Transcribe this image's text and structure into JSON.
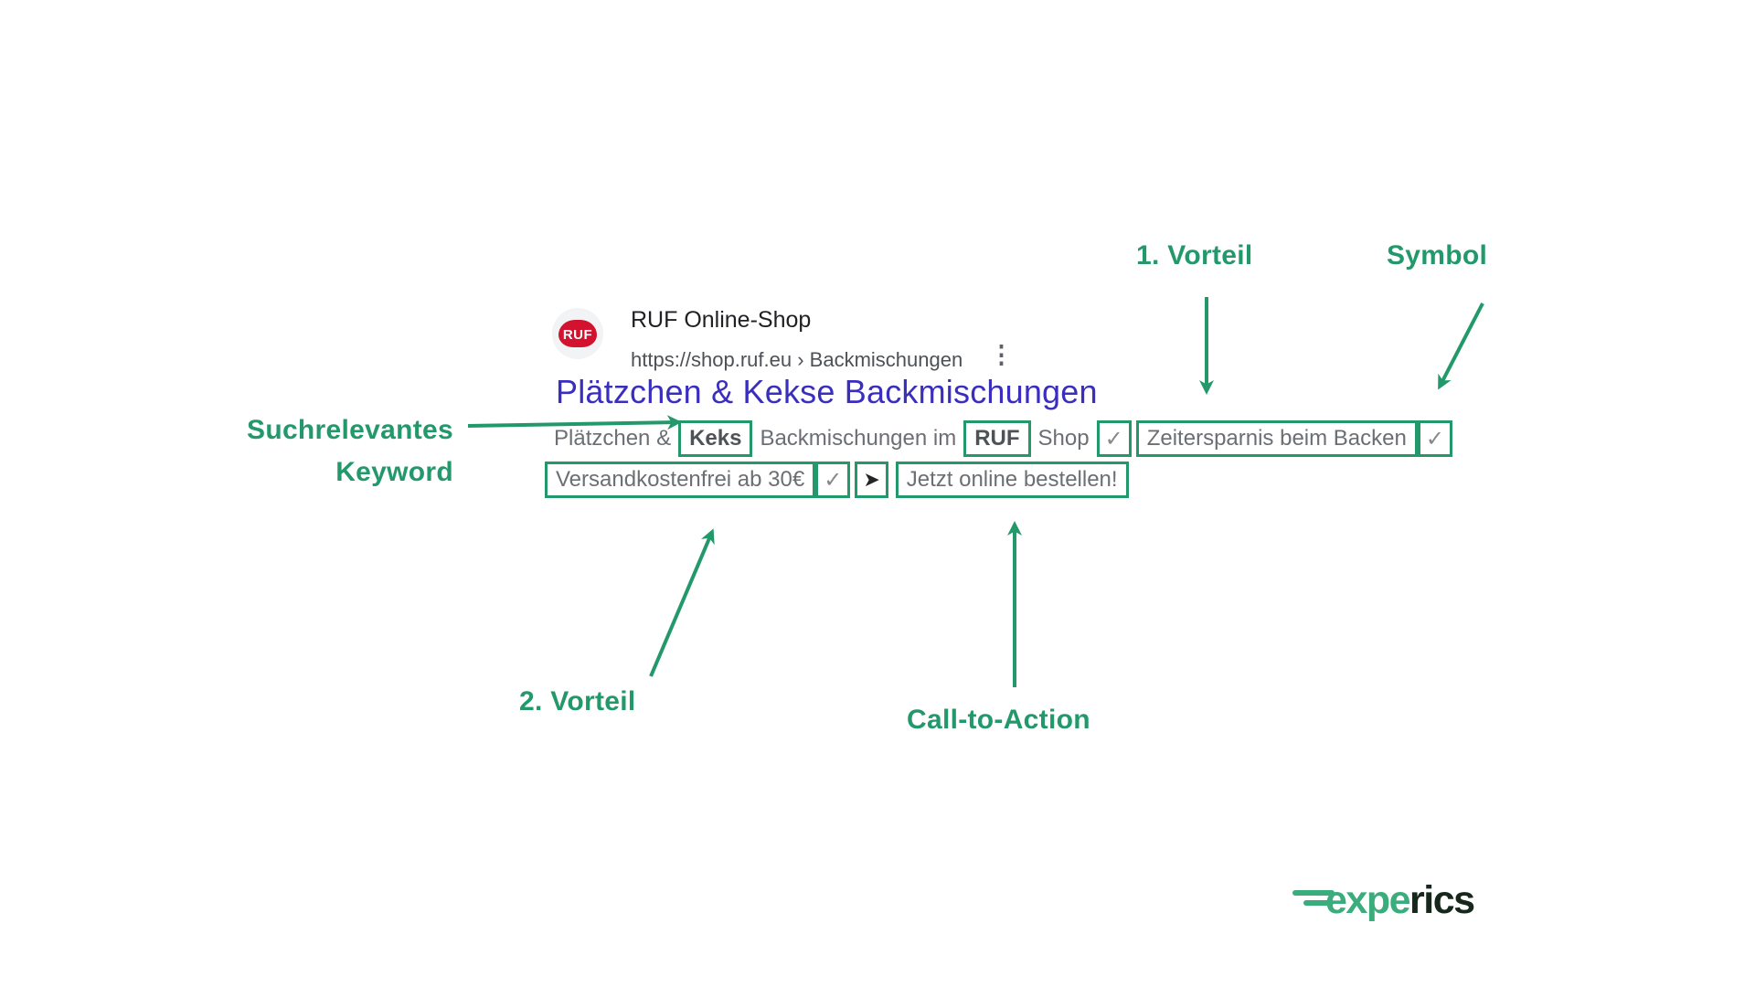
{
  "colors": {
    "accent_green": "#23996B",
    "title_purple": "#3A2EBE",
    "description_gray": "#6B6F74",
    "ruf_red": "#D2122E",
    "logo_green": "#3BAD7C",
    "logo_dark": "#16271C"
  },
  "annotations": {
    "keyword_line1": "Suchrelevantes",
    "keyword_line2": "Keyword",
    "benefit1": "1. Vorteil",
    "symbol": "Symbol",
    "benefit2": "2. Vorteil",
    "cta": "Call-to-Action"
  },
  "search_result": {
    "favicon_text": "RUF",
    "site_name": "RUF Online-Shop",
    "url_breadcrumb": "https://shop.ruf.eu › Backmischungen",
    "title": "Plätzchen & Kekse Backmischungen",
    "line1": {
      "seg0": "Plätzchen &",
      "seg1": "Keks",
      "seg2": "Backmischungen im",
      "seg3": "RUF",
      "seg4": "Shop",
      "seg5": "✓",
      "seg6": "Zeitersparnis beim Backen",
      "seg7": "✓"
    },
    "line2": {
      "seg0": "Versandkostenfrei ab 30€",
      "seg1": "✓",
      "seg2": "➤",
      "seg3": "Jetzt online bestellen!"
    }
  },
  "icons": {
    "more_menu": "⋮",
    "check": "✓",
    "play_arrow": "➤"
  },
  "logo": {
    "part1": "expe",
    "part2": "rics"
  }
}
